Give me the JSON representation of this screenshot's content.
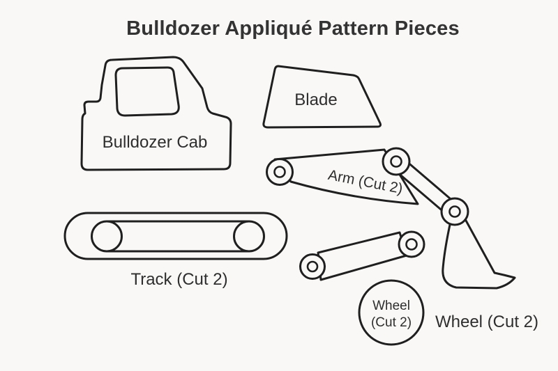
{
  "title": "Bulldozer Appliqué Pattern Pieces",
  "colors": {
    "background": "#f9f8f6",
    "ink": "#1f1f1f",
    "text": "#2e2e2e",
    "title_text": "#333333"
  },
  "pieces": {
    "cab": {
      "label": "Bulldozer Cab"
    },
    "blade": {
      "label": "Blade"
    },
    "arm": {
      "label": "Arm (Cut 2)"
    },
    "track": {
      "label": "Track (Cut 2)"
    },
    "wheel_piece": {
      "line1": "Wheel",
      "line2": "(Cut 2)"
    },
    "wheel_caption": {
      "label": "Wheel (Cut 2)"
    }
  }
}
